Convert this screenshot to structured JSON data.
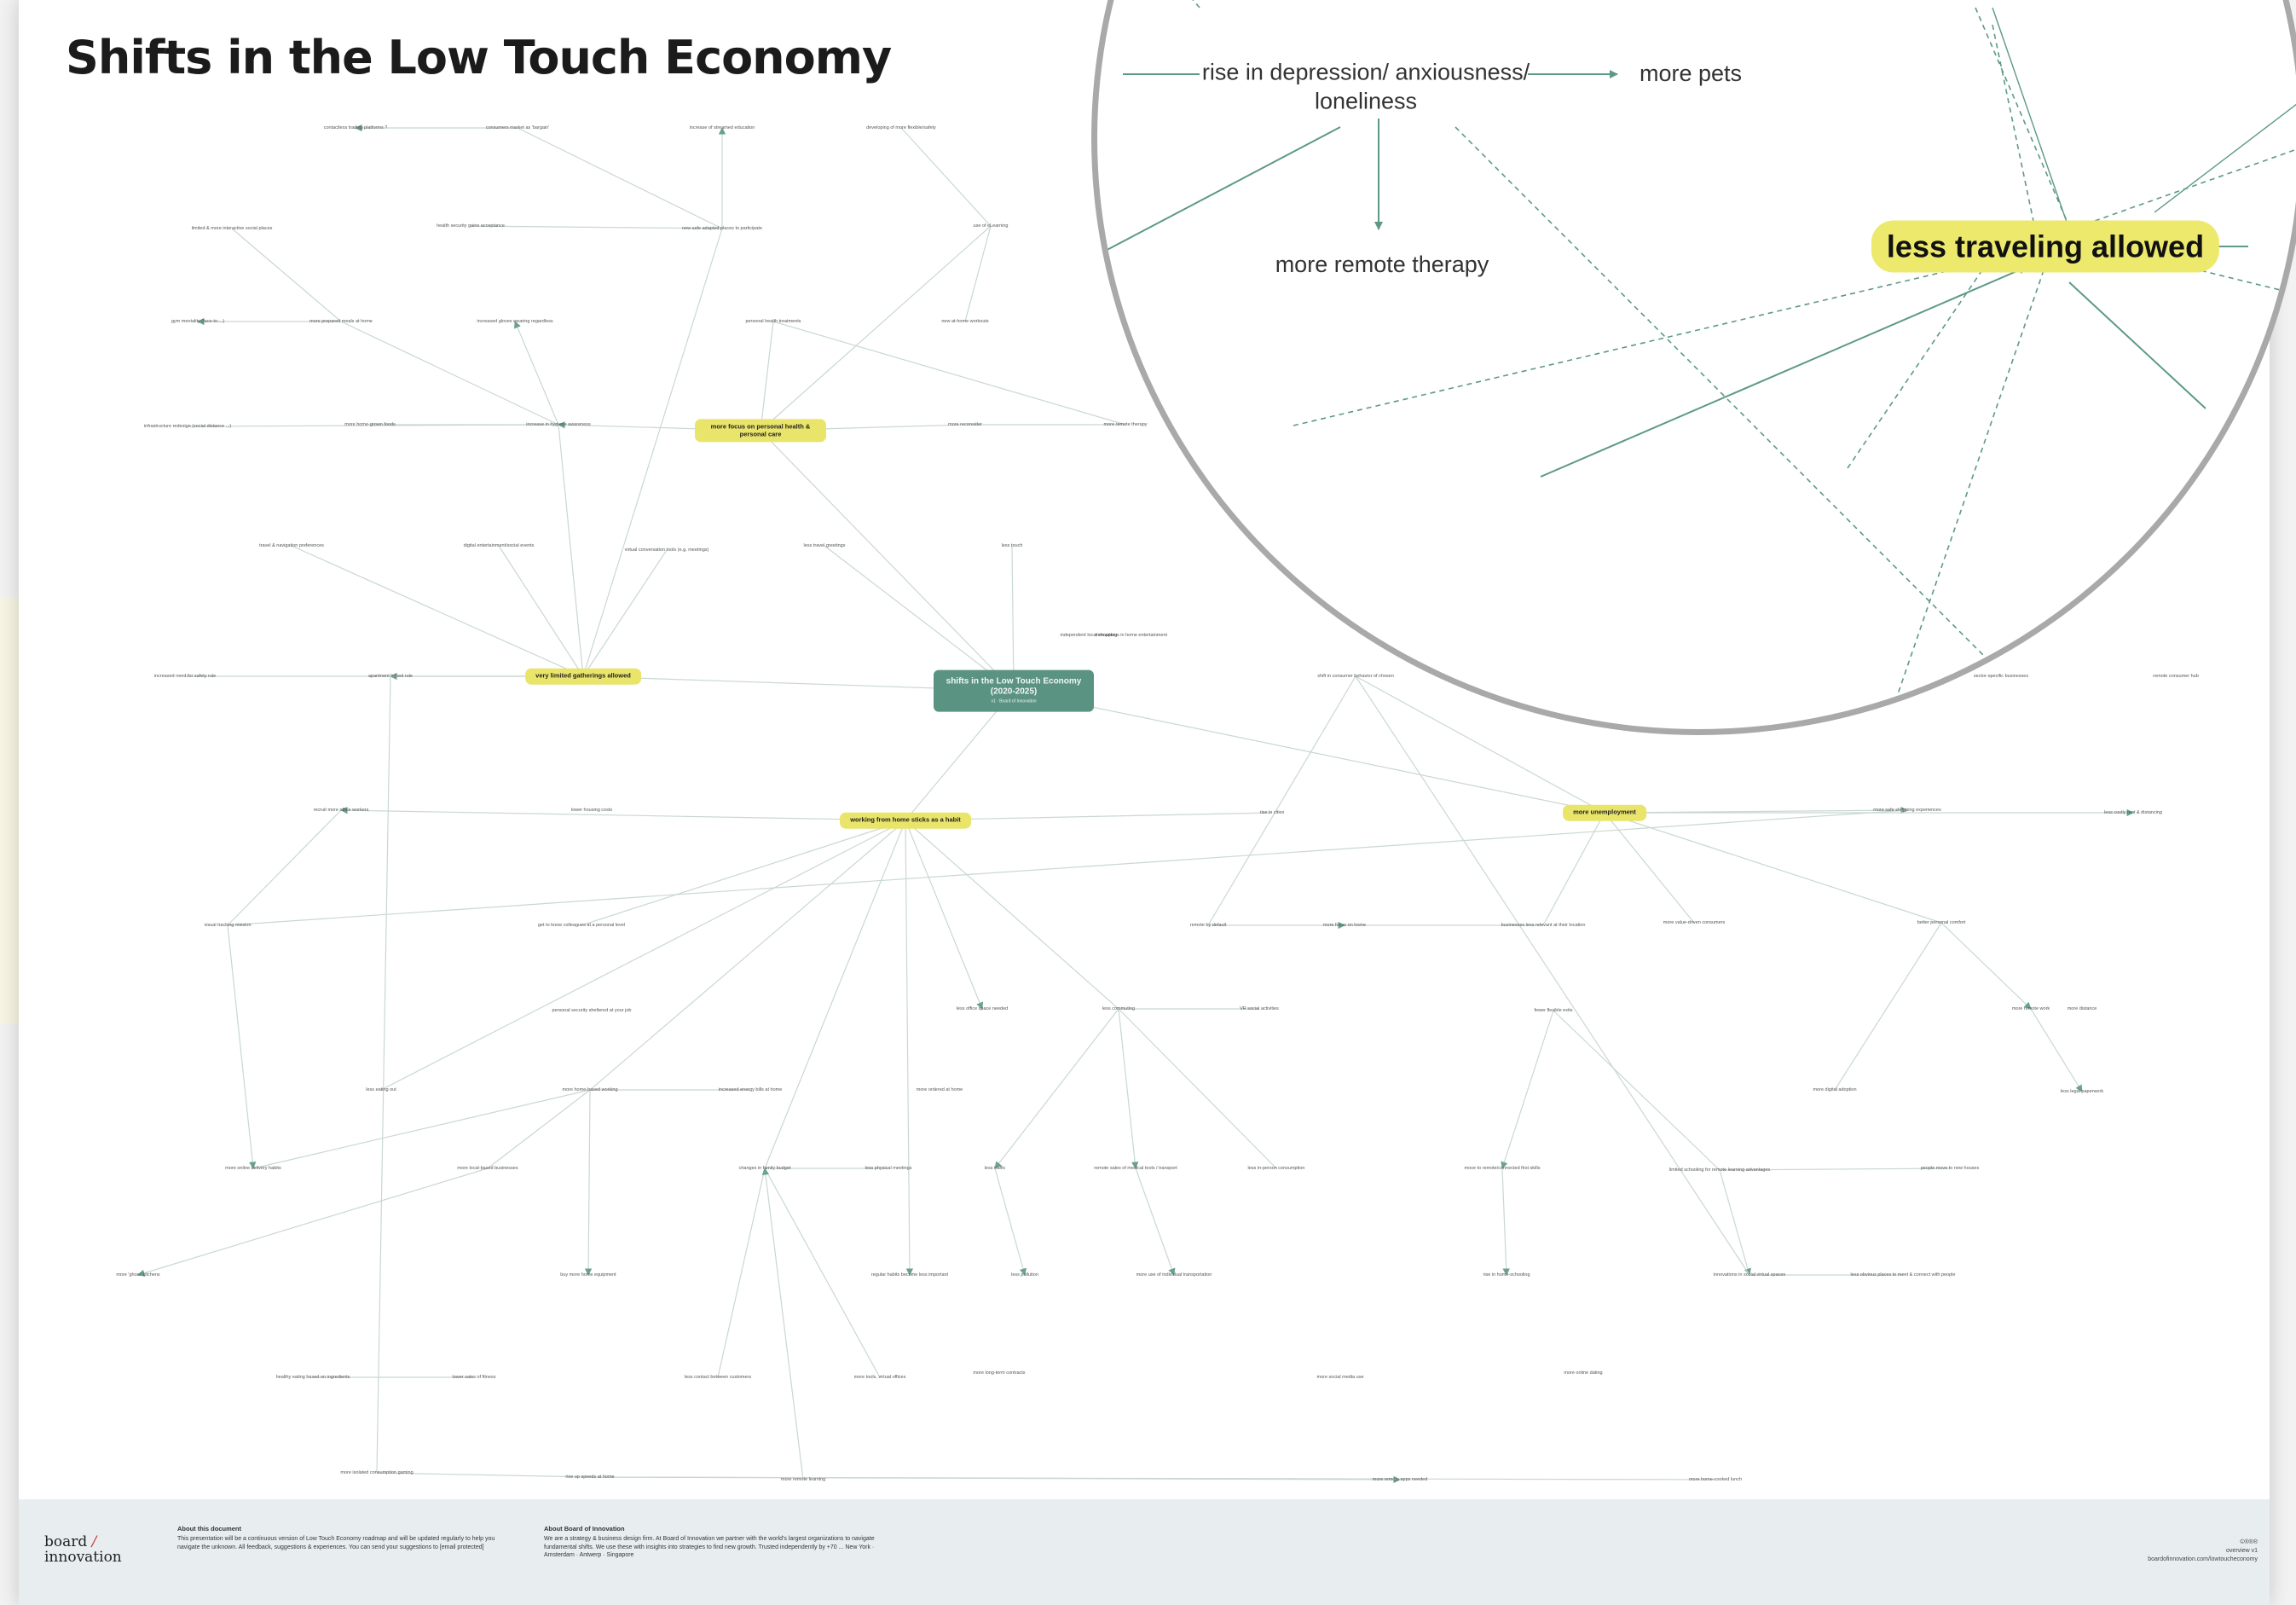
{
  "title": "Shifts in the Low Touch Economy",
  "center_node": {
    "label": "shifts in the Low Touch Economy (2020-2025)",
    "sub": "v1 · Board of Innovation"
  },
  "key_nodes": {
    "personal_health": "more focus on personal health & personal care",
    "contactless": "very limited gatherings allowed",
    "remote_work": "working from home sticks as a habit",
    "unemployment": "more unemployment"
  },
  "minor_nodes": {
    "n1": "contactless trading platforms ?",
    "n2": "consumers market as 'bargain'",
    "n3": "increase of streamed education",
    "n4": "developing of more flexible/safety",
    "n5": "limited & more interactive social places",
    "n6": "health security gains acceptance",
    "n7": "new safe adapted places to participate",
    "n8": "use of eLearning",
    "n9": "gym mentality (face-to-...)",
    "n10": "more prepared meals at home",
    "n11": "increased gloves wearing regardless",
    "n12": "personal health treatments",
    "n13": "new at-home workouts",
    "n14": "infrastructure redesign (social distance ...)",
    "n15": "more home-grown foods",
    "n16": "increase in hygiene awareness",
    "n17": "more reconsider",
    "n18": "more remote therapy",
    "n19": "travel & navigation preferences",
    "n20": "digital entertainment/social events",
    "n21": "virtual conversation tools (e.g. meetings)",
    "n22": "less travel greetings",
    "n23": "less touch",
    "n24": "increased need for safety rule",
    "n25": "apartment based rule",
    "n26": "shift in consumer behavior of chosen",
    "n27": "sector-specific businesses",
    "n28": "remote consumer hub",
    "n29": "recruit more office workers",
    "n30": "lower housing costs",
    "n31": "rise in cities",
    "n32": "less costly rent & distancing",
    "n33": "more safe shopping experiences",
    "n34": "get to know colleagues at a personal level",
    "n35": "remote by default",
    "n36": "more focus on home",
    "n37": "businesses less relevant at their location",
    "n38": "more value-driven consumers",
    "n39": "better personal comfort",
    "n40": "visual tracking mission",
    "n41": "personal security sheltered at your job",
    "n42": "less office space needed",
    "n43": "less commuting",
    "n44": "VR social activities",
    "n45": "fewer flexible exits",
    "n46": "more remote work",
    "n47": "more distance",
    "n48": "less legal paperwork",
    "n49": "less eating out",
    "n50": "more home-based working",
    "n51": "increased energy bills at home",
    "n52": "more ordered at home",
    "n53": "more online delivery habits",
    "n54": "more local-based businesses",
    "n55": "changes in family budget",
    "n56": "less physical meetings",
    "n57": "less traffic",
    "n58": "remote sales of medical tools / transport",
    "n59": "less in-person consumption",
    "n60": "move to remote/connected first skills",
    "n61": "limited schooling for remote learning advantages",
    "n62": "people move to new houses",
    "n63": "more 'ghost' kitchens",
    "n64": "buy more home equipment",
    "n65": "regular habits become less important",
    "n66": "less pollution",
    "n67": "more use of individual transportation",
    "n68": "rise in home-schooling",
    "n69": "innovations in social virtual spaces",
    "n70": "less obvious places to meet & connect with people",
    "n71": "more digital adoption",
    "n72": "healthy eating based on ingredients",
    "n73": "lower sales of fitness",
    "n74": "less contact between customers",
    "n75": "more tools, virtual offices",
    "n76": "more social media use",
    "n77": "more online dating",
    "n78": "more isolated consumption gaming",
    "n79": "rise up speeds at home",
    "n80": "more remote learning",
    "n81": "more remote apps needed",
    "n82": "more home-cooked lunch",
    "n83": "independent local shopping",
    "n84": "innovations in home entertainment",
    "n85": "more long-term contracts"
  },
  "magnifier": {
    "rise_depression": "rise in depression/ anxiousness/\nloneliness",
    "more_pets": "more pets",
    "remote_therapy": "more remote therapy",
    "less_travel": "less traveling allowed"
  },
  "footer": {
    "logo_line1": "board",
    "logo_slash": "/",
    "logo_line2": "innovation",
    "about_title": "About this document",
    "about_text": "This presentation will be a continuous version of Low Touch Economy roadmap and will be updated regularly to help you navigate the unknown. All feedback, suggestions & experiences. You can send your suggestions to [email protected]",
    "boi_title": "About Board of Innovation",
    "boi_text": "We are a strategy & business design firm. At Board of Innovation we partner with the world's largest organizations to navigate fundamental shifts. We use these with insights into strategies to find new growth. Trusted independently by +70 ... New York · Amsterdam · Antwerp · Singapore",
    "right_line1": "©®®®",
    "right_line2": "overview v1",
    "right_line3": "boardofinnovation.com/lowtoucheconomy"
  },
  "colors": {
    "edge": "#9fc7b7",
    "arrow": "#6aa190",
    "key": "#e9e56b",
    "center": "#5b9382",
    "footer": "#e8eef0"
  }
}
